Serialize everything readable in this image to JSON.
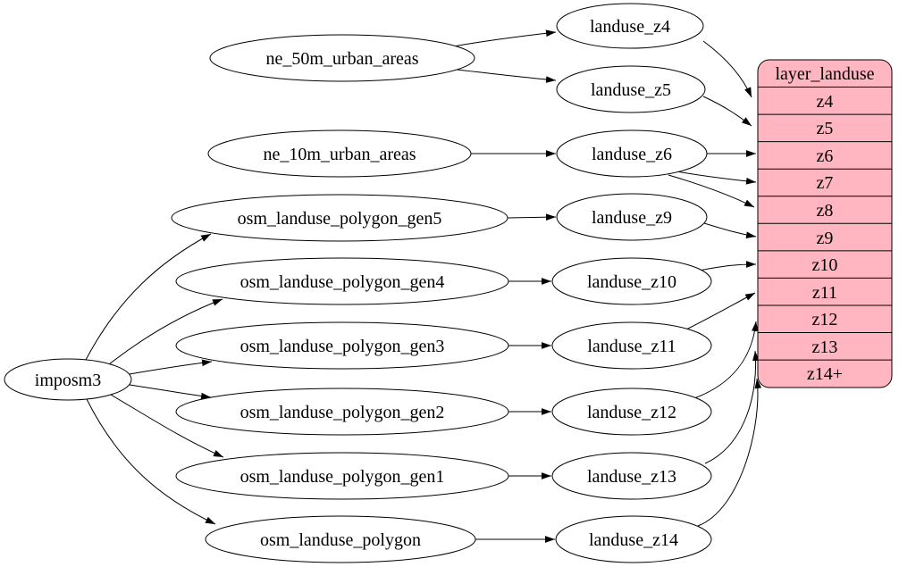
{
  "diagram": {
    "type": "dependency-graph",
    "background": "#ffffff",
    "node_fill": "#ffffff",
    "edge_color": "#000000",
    "nodes": {
      "imposm3": "imposm3",
      "ne_50m": "ne_50m_urban_areas",
      "ne_10m": "ne_10m_urban_areas",
      "gen5": "osm_landuse_polygon_gen5",
      "gen4": "osm_landuse_polygon_gen4",
      "gen3": "osm_landuse_polygon_gen3",
      "gen2": "osm_landuse_polygon_gen2",
      "gen1": "osm_landuse_polygon_gen1",
      "poly": "osm_landuse_polygon",
      "z4": "landuse_z4",
      "z5": "landuse_z5",
      "z6": "landuse_z6",
      "z9": "landuse_z9",
      "z10": "landuse_z10",
      "z11": "landuse_z11",
      "z12": "landuse_z12",
      "z13": "landuse_z13",
      "z14": "landuse_z14"
    },
    "record": {
      "title": "layer_landuse",
      "rows": [
        "z4",
        "z5",
        "z6",
        "z7",
        "z8",
        "z9",
        "z10",
        "z11",
        "z12",
        "z13",
        "z14+"
      ],
      "fill": "#ffb6c1",
      "stroke": "#000000"
    },
    "edges": [
      {
        "from": "ne_50m_urban_areas",
        "to": "landuse_z4"
      },
      {
        "from": "ne_50m_urban_areas",
        "to": "landuse_z5"
      },
      {
        "from": "ne_10m_urban_areas",
        "to": "landuse_z6"
      },
      {
        "from": "imposm3",
        "to": "osm_landuse_polygon_gen5"
      },
      {
        "from": "imposm3",
        "to": "osm_landuse_polygon_gen4"
      },
      {
        "from": "imposm3",
        "to": "osm_landuse_polygon_gen3"
      },
      {
        "from": "imposm3",
        "to": "osm_landuse_polygon_gen2"
      },
      {
        "from": "imposm3",
        "to": "osm_landuse_polygon_gen1"
      },
      {
        "from": "imposm3",
        "to": "osm_landuse_polygon"
      },
      {
        "from": "osm_landuse_polygon_gen5",
        "to": "landuse_z9"
      },
      {
        "from": "osm_landuse_polygon_gen4",
        "to": "landuse_z10"
      },
      {
        "from": "osm_landuse_polygon_gen3",
        "to": "landuse_z11"
      },
      {
        "from": "osm_landuse_polygon_gen2",
        "to": "landuse_z12"
      },
      {
        "from": "osm_landuse_polygon_gen1",
        "to": "landuse_z13"
      },
      {
        "from": "osm_landuse_polygon",
        "to": "landuse_z14"
      },
      {
        "from": "landuse_z4",
        "to": "layer_landuse:z4"
      },
      {
        "from": "landuse_z5",
        "to": "layer_landuse:z5"
      },
      {
        "from": "landuse_z6",
        "to": "layer_landuse:z6"
      },
      {
        "from": "landuse_z6",
        "to": "layer_landuse:z7"
      },
      {
        "from": "landuse_z6",
        "to": "layer_landuse:z8"
      },
      {
        "from": "landuse_z9",
        "to": "layer_landuse:z9"
      },
      {
        "from": "landuse_z10",
        "to": "layer_landuse:z10"
      },
      {
        "from": "landuse_z11",
        "to": "layer_landuse:z11"
      },
      {
        "from": "landuse_z12",
        "to": "layer_landuse:z12"
      },
      {
        "from": "landuse_z13",
        "to": "layer_landuse:z13"
      },
      {
        "from": "landuse_z14",
        "to": "layer_landuse:z14+"
      }
    ]
  }
}
